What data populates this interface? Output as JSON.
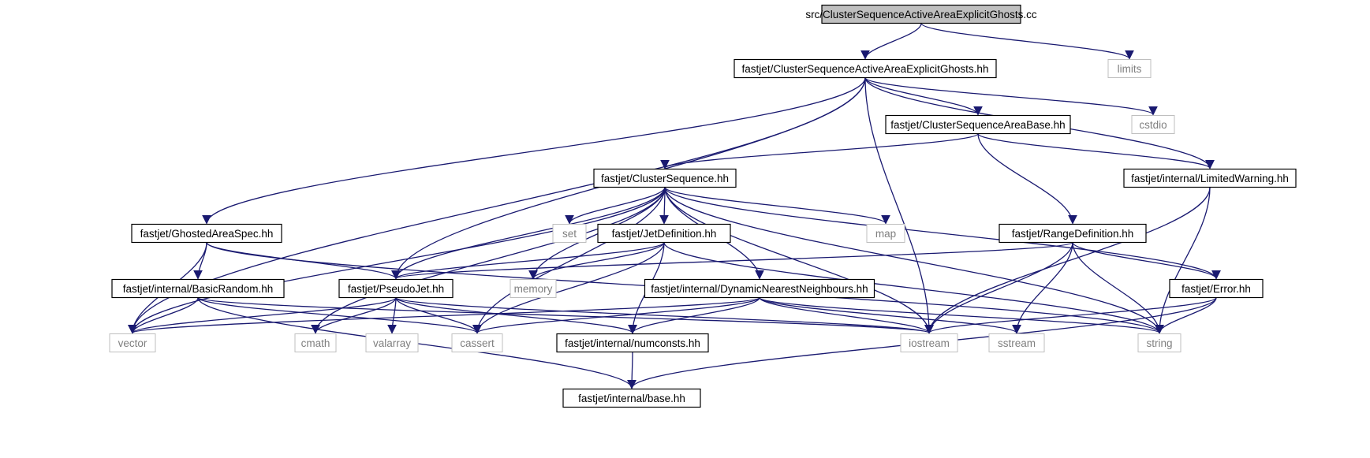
{
  "title": "src/ClusterSequenceActiveAreaExplicitGhosts.cc",
  "colors": {
    "edge": "#191970",
    "root_fill": "#bfbfbf",
    "project_border": "#000000",
    "system_border": "#bfbfbf",
    "system_text": "#7f7f7f"
  },
  "nodes": [
    {
      "id": "root",
      "label": "src/ClusterSequenceActiveAreaExplicitGhosts.cc",
      "kind": "root"
    },
    {
      "id": "csaaeg",
      "label": "fastjet/ClusterSequenceActiveAreaExplicitGhosts.hh",
      "kind": "project"
    },
    {
      "id": "limits",
      "label": "limits",
      "kind": "system"
    },
    {
      "id": "csab",
      "label": "fastjet/ClusterSequenceAreaBase.hh",
      "kind": "project"
    },
    {
      "id": "cstdio",
      "label": "cstdio",
      "kind": "system"
    },
    {
      "id": "cs",
      "label": "fastjet/ClusterSequence.hh",
      "kind": "project"
    },
    {
      "id": "lw",
      "label": "fastjet/internal/LimitedWarning.hh",
      "kind": "project"
    },
    {
      "id": "gas",
      "label": "fastjet/GhostedAreaSpec.hh",
      "kind": "project"
    },
    {
      "id": "set",
      "label": "set",
      "kind": "system"
    },
    {
      "id": "jetdef",
      "label": "fastjet/JetDefinition.hh",
      "kind": "project"
    },
    {
      "id": "map",
      "label": "map",
      "kind": "system"
    },
    {
      "id": "rangedef",
      "label": "fastjet/RangeDefinition.hh",
      "kind": "project"
    },
    {
      "id": "basicrand",
      "label": "fastjet/internal/BasicRandom.hh",
      "kind": "project"
    },
    {
      "id": "pseudojet",
      "label": "fastjet/PseudoJet.hh",
      "kind": "project"
    },
    {
      "id": "memory",
      "label": "memory",
      "kind": "system"
    },
    {
      "id": "dnn",
      "label": "fastjet/internal/DynamicNearestNeighbours.hh",
      "kind": "project"
    },
    {
      "id": "error",
      "label": "fastjet/Error.hh",
      "kind": "project"
    },
    {
      "id": "vector",
      "label": "vector",
      "kind": "system"
    },
    {
      "id": "cmath",
      "label": "cmath",
      "kind": "system"
    },
    {
      "id": "valarray",
      "label": "valarray",
      "kind": "system"
    },
    {
      "id": "cassert",
      "label": "cassert",
      "kind": "system"
    },
    {
      "id": "numconsts",
      "label": "fastjet/internal/numconsts.hh",
      "kind": "project"
    },
    {
      "id": "iostream",
      "label": "iostream",
      "kind": "system"
    },
    {
      "id": "sstream",
      "label": "sstream",
      "kind": "system"
    },
    {
      "id": "string",
      "label": "string",
      "kind": "system"
    },
    {
      "id": "base",
      "label": "fastjet/internal/base.hh",
      "kind": "project"
    }
  ],
  "edges": [
    [
      "root",
      "csaaeg"
    ],
    [
      "root",
      "limits"
    ],
    [
      "csaaeg",
      "vector"
    ],
    [
      "csaaeg",
      "gas"
    ],
    [
      "csaaeg",
      "pseudojet"
    ],
    [
      "csaaeg",
      "iostream"
    ],
    [
      "csaaeg",
      "csab"
    ],
    [
      "csaaeg",
      "cstdio"
    ],
    [
      "csaaeg",
      "lw"
    ],
    [
      "csab",
      "cs"
    ],
    [
      "csab",
      "rangedef"
    ],
    [
      "csab",
      "lw"
    ],
    [
      "cs",
      "vector"
    ],
    [
      "cs",
      "cmath"
    ],
    [
      "cs",
      "pseudojet"
    ],
    [
      "cs",
      "cassert"
    ],
    [
      "cs",
      "memory"
    ],
    [
      "cs",
      "set"
    ],
    [
      "cs",
      "jetdef"
    ],
    [
      "cs",
      "dnn"
    ],
    [
      "cs",
      "map"
    ],
    [
      "cs",
      "iostream"
    ],
    [
      "cs",
      "error"
    ],
    [
      "cs",
      "string"
    ],
    [
      "lw",
      "iostream"
    ],
    [
      "lw",
      "string"
    ],
    [
      "gas",
      "vector"
    ],
    [
      "gas",
      "basicrand"
    ],
    [
      "gas",
      "pseudojet"
    ],
    [
      "gas",
      "string"
    ],
    [
      "jetdef",
      "pseudojet"
    ],
    [
      "jetdef",
      "memory"
    ],
    [
      "jetdef",
      "cassert"
    ],
    [
      "jetdef",
      "numconsts"
    ],
    [
      "jetdef",
      "string"
    ],
    [
      "rangedef",
      "pseudojet"
    ],
    [
      "rangedef",
      "iostream"
    ],
    [
      "rangedef",
      "sstream"
    ],
    [
      "rangedef",
      "string"
    ],
    [
      "rangedef",
      "error"
    ],
    [
      "basicrand",
      "vector"
    ],
    [
      "basicrand",
      "cassert"
    ],
    [
      "basicrand",
      "iostream"
    ],
    [
      "basicrand",
      "base"
    ],
    [
      "pseudojet",
      "vector"
    ],
    [
      "pseudojet",
      "cmath"
    ],
    [
      "pseudojet",
      "valarray"
    ],
    [
      "pseudojet",
      "cassert"
    ],
    [
      "pseudojet",
      "iostream"
    ],
    [
      "pseudojet",
      "numconsts"
    ],
    [
      "dnn",
      "vector"
    ],
    [
      "dnn",
      "cassert"
    ],
    [
      "dnn",
      "numconsts"
    ],
    [
      "dnn",
      "iostream"
    ],
    [
      "dnn",
      "sstream"
    ],
    [
      "dnn",
      "string"
    ],
    [
      "error",
      "iostream"
    ],
    [
      "error",
      "string"
    ],
    [
      "error",
      "base"
    ],
    [
      "numconsts",
      "base"
    ]
  ]
}
